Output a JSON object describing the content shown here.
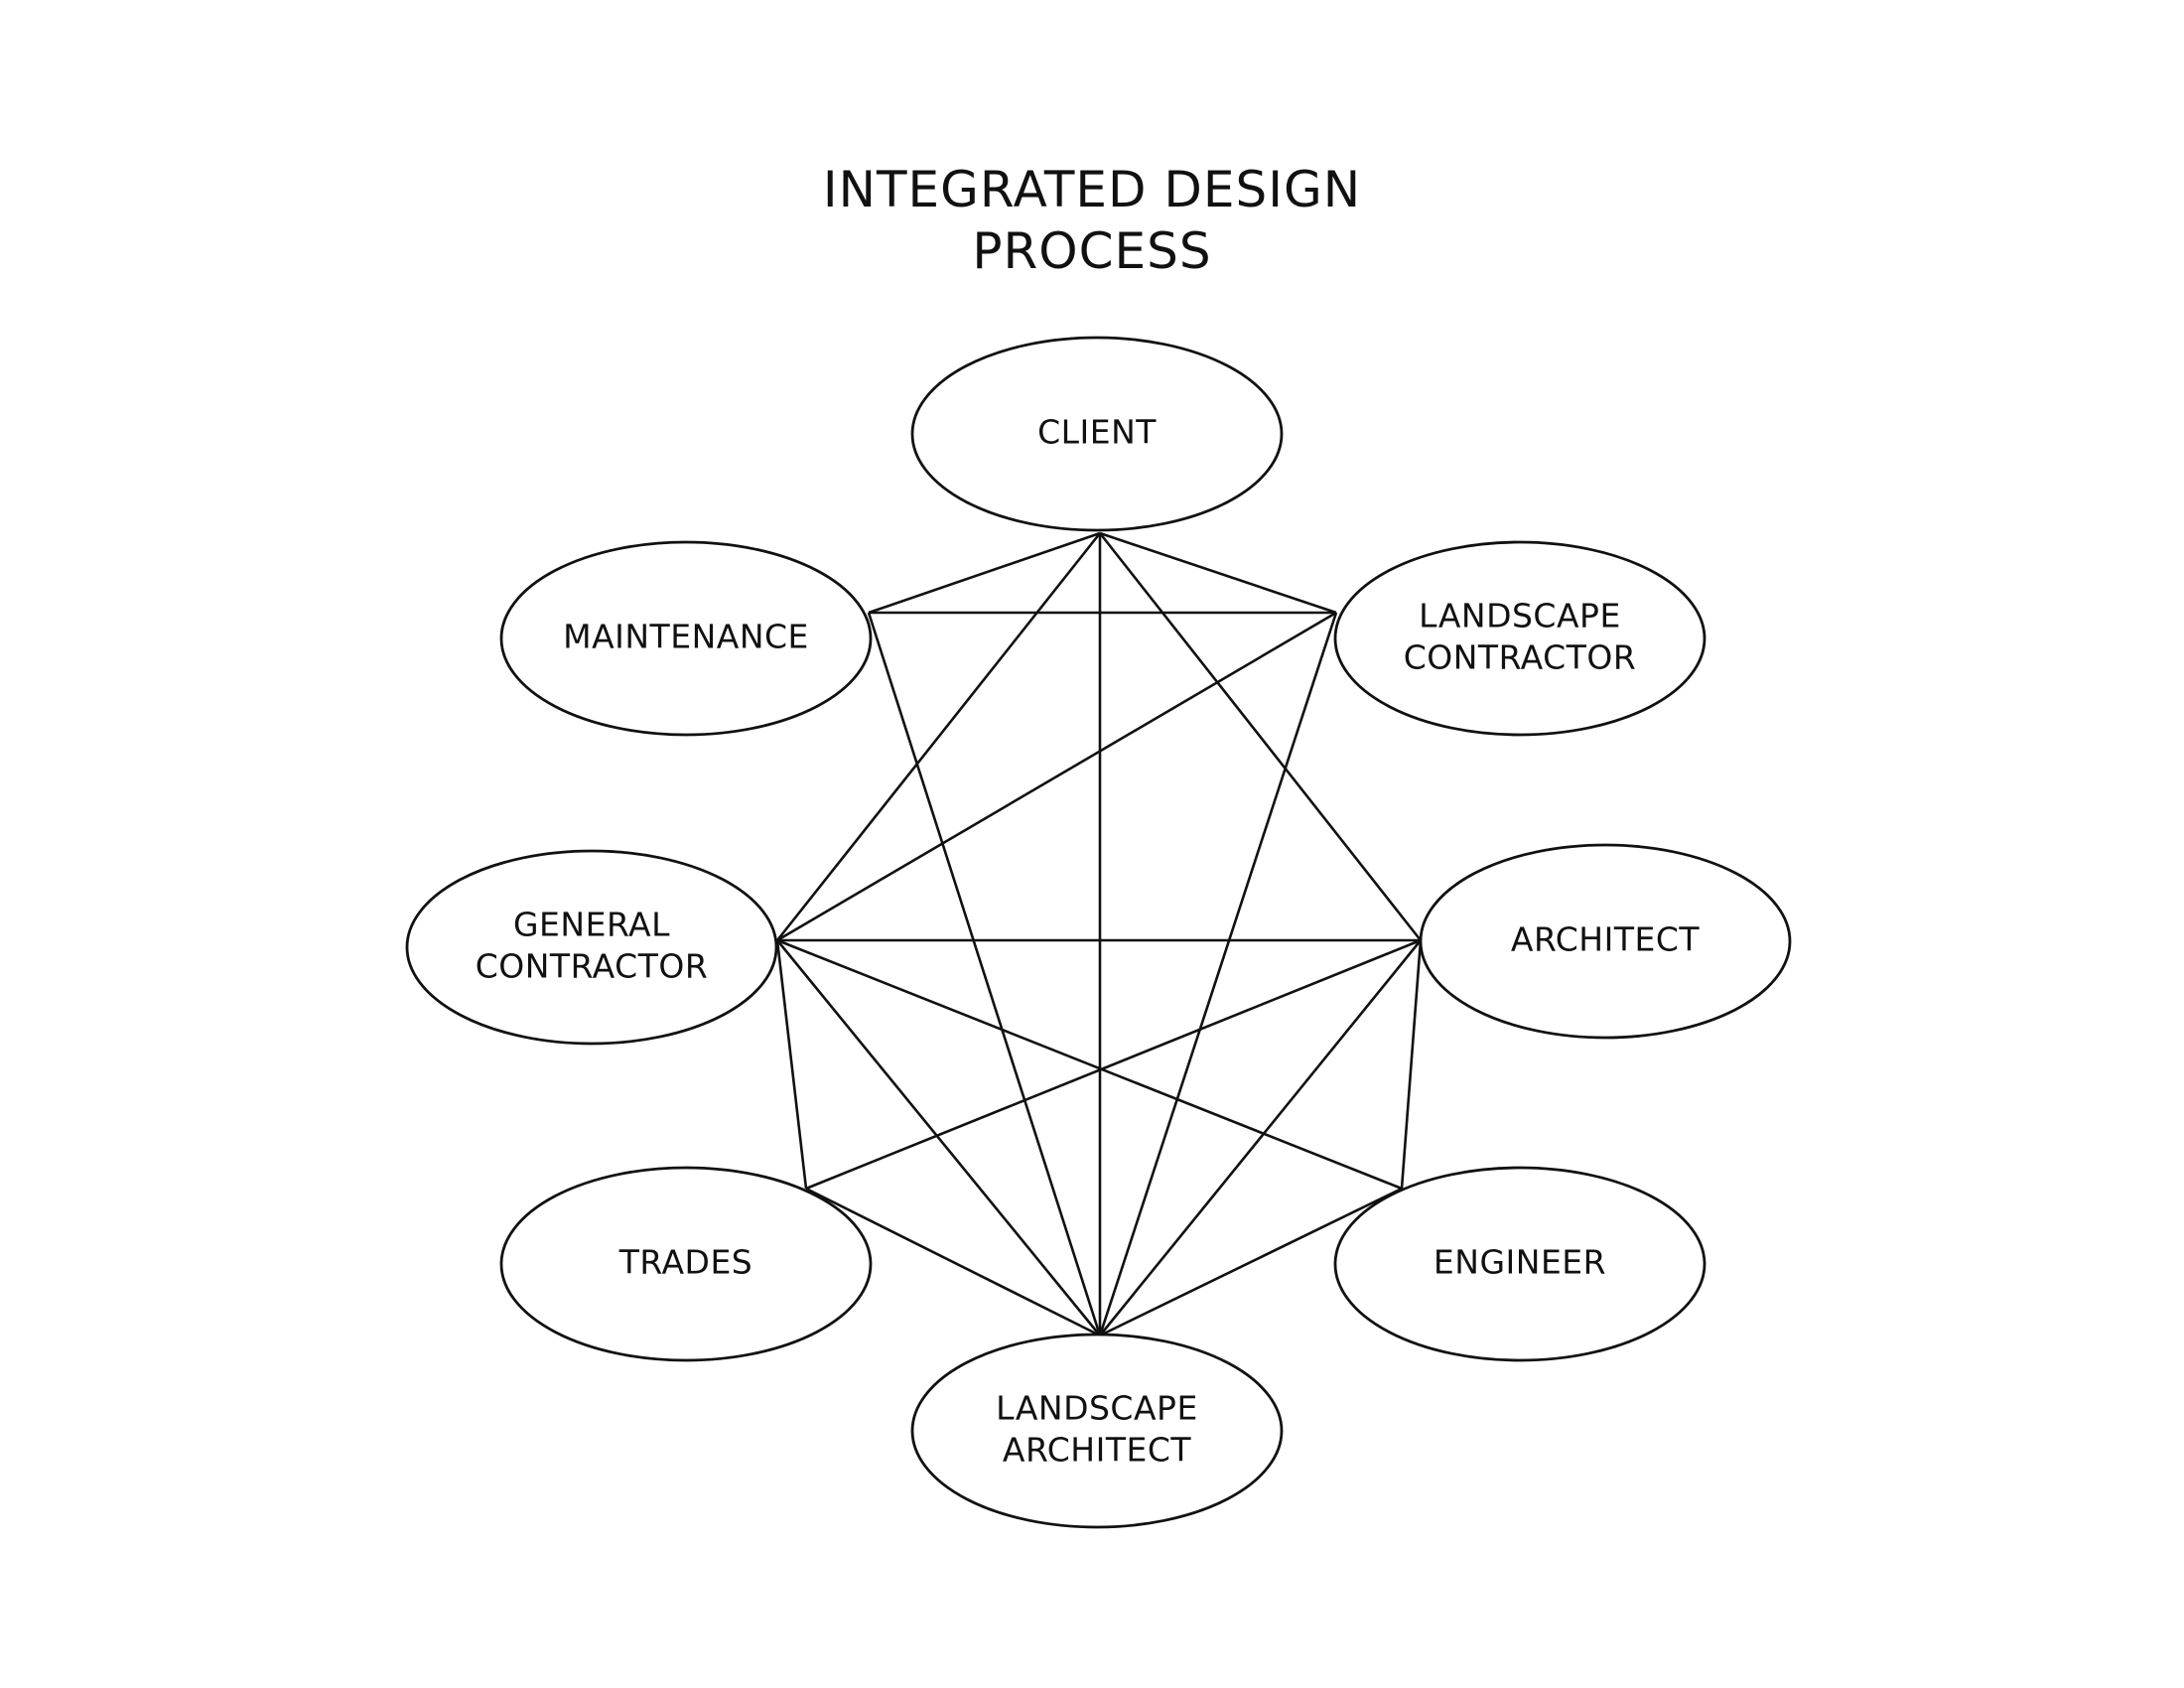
{
  "title": {
    "line1": "INTEGRATED DESIGN",
    "line2": "PROCESS"
  },
  "colors": {
    "ink": "#111111",
    "background": "#ffffff"
  },
  "nodes": [
    {
      "id": "client",
      "lines": [
        "CLIENT"
      ]
    },
    {
      "id": "maintenance",
      "lines": [
        "MAINTENANCE"
      ]
    },
    {
      "id": "landscape-contractor",
      "lines": [
        "LANDSCAPE",
        "CONTRACTOR"
      ]
    },
    {
      "id": "general-contractor",
      "lines": [
        "GENERAL",
        "CONTRACTOR"
      ]
    },
    {
      "id": "architect",
      "lines": [
        "ARCHITECT"
      ]
    },
    {
      "id": "trades",
      "lines": [
        "TRADES"
      ]
    },
    {
      "id": "engineer",
      "lines": [
        "ENGINEER"
      ]
    },
    {
      "id": "landscape-architect",
      "lines": [
        "LANDSCAPE",
        "ARCHITECT"
      ]
    }
  ],
  "edges": [
    [
      "client",
      "maintenance"
    ],
    [
      "client",
      "landscape-contractor"
    ],
    [
      "client",
      "general-contractor"
    ],
    [
      "client",
      "architect"
    ],
    [
      "client",
      "landscape-architect"
    ],
    [
      "maintenance",
      "landscape-contractor"
    ],
    [
      "maintenance",
      "landscape-architect"
    ],
    [
      "landscape-contractor",
      "general-contractor"
    ],
    [
      "landscape-contractor",
      "landscape-architect"
    ],
    [
      "general-contractor",
      "architect"
    ],
    [
      "general-contractor",
      "trades"
    ],
    [
      "general-contractor",
      "engineer"
    ],
    [
      "general-contractor",
      "landscape-architect"
    ],
    [
      "architect",
      "trades"
    ],
    [
      "architect",
      "engineer"
    ],
    [
      "architect",
      "landscape-architect"
    ],
    [
      "trades",
      "landscape-architect"
    ],
    [
      "engineer",
      "landscape-architect"
    ]
  ]
}
